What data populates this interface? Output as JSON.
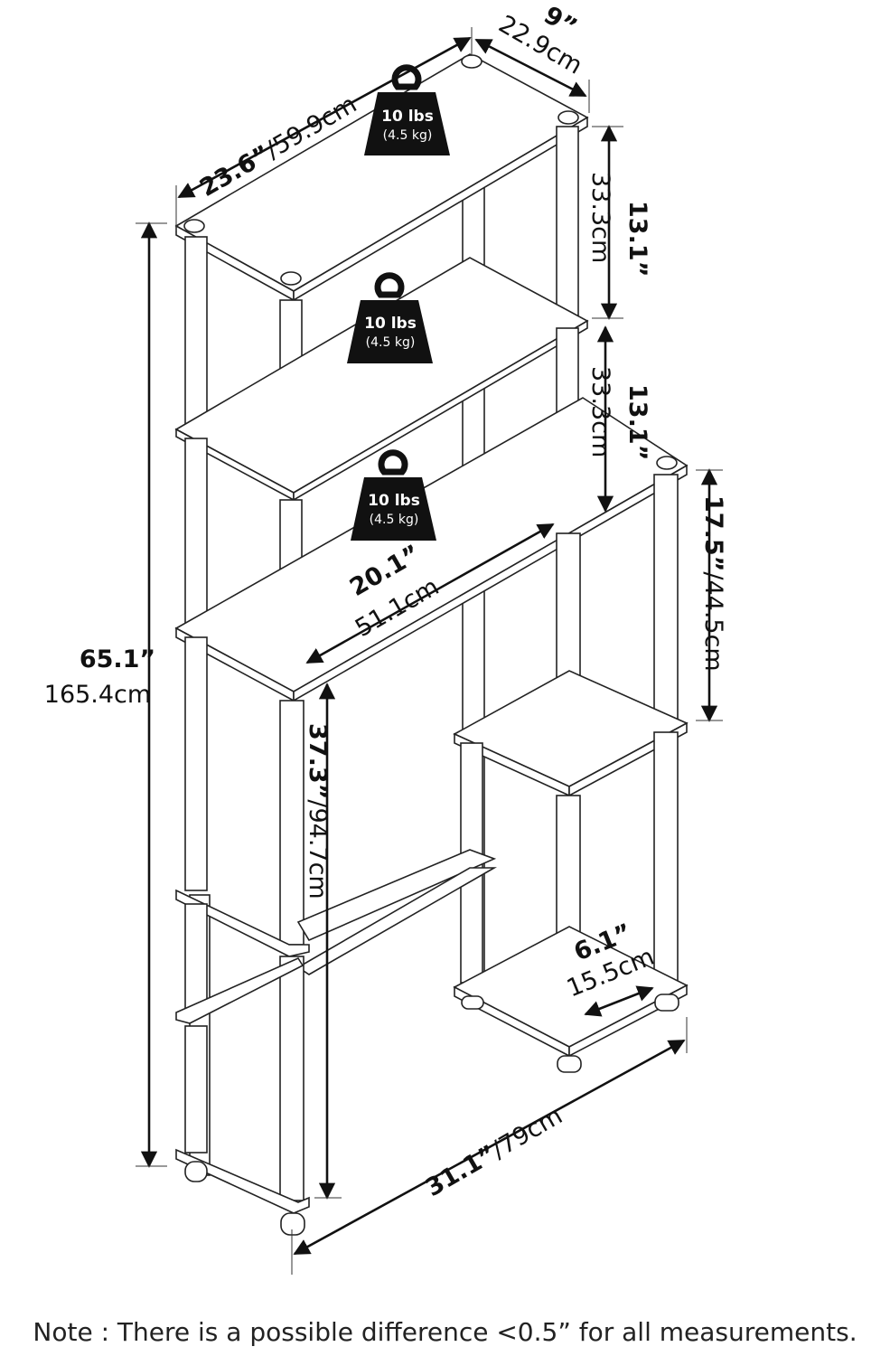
{
  "dimensions": {
    "depth_in": "9”",
    "depth_cm": "22.9cm",
    "width_top_in": "23.6”",
    "width_top_cm": "/59.9cm",
    "shelf_gap1_in": "13.1”",
    "shelf_gap1_cm": "33.3cm",
    "shelf_gap2_in": "13.1”",
    "shelf_gap2_cm": "33.3cm",
    "side_height_in": "17.5”",
    "side_height_cm": "/44.5cm",
    "inner_width_in": "20.1”",
    "inner_width_cm": "51.1cm",
    "total_height_in": "65.1”",
    "total_height_cm": "165.4cm",
    "clearance_in": "37.3”",
    "clearance_cm": "/94.7cm",
    "bottom_depth_in": "6.1”",
    "bottom_depth_cm": "15.5cm",
    "total_width_in": "31.1”",
    "total_width_cm": "/79cm"
  },
  "weights": [
    {
      "lbs": "10 lbs",
      "kg": "(4.5 kg)"
    },
    {
      "lbs": "10 lbs",
      "kg": "(4.5 kg)"
    },
    {
      "lbs": "10 lbs",
      "kg": "(4.5 kg)"
    }
  ],
  "note": "Note : There is a possible difference <0.5” for all measurements."
}
